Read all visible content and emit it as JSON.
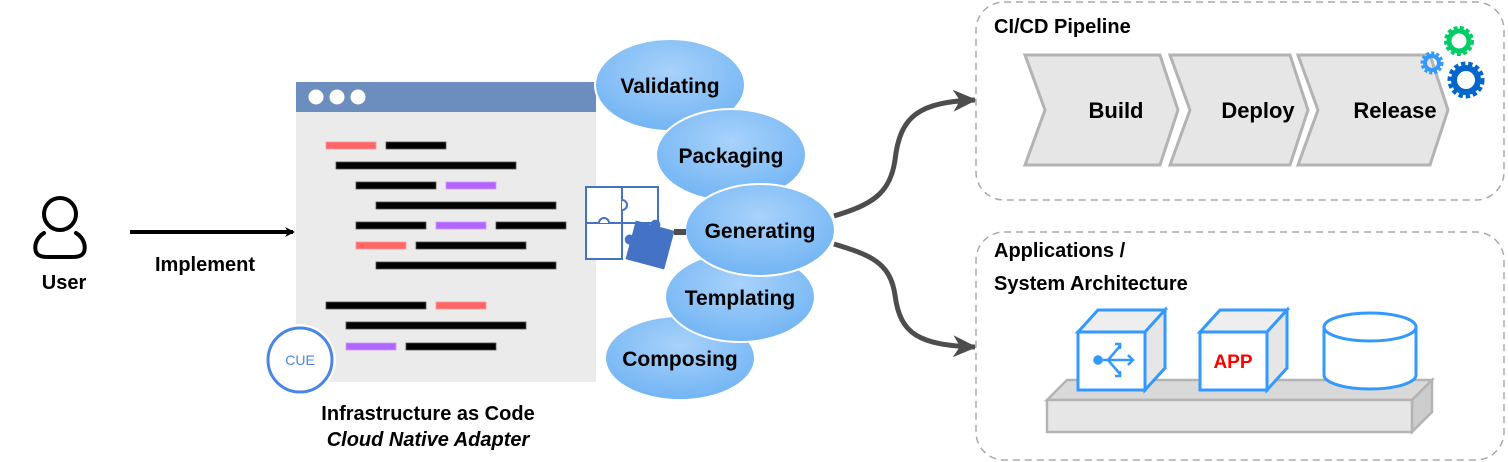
{
  "actor": {
    "label": "User",
    "icon": "user-icon"
  },
  "implement_arrow": {
    "label": "Implement"
  },
  "code_window": {
    "icon": "code-editor-window-icon",
    "badge": "CUE",
    "caption_line1": "Infrastructure as Code",
    "caption_line2": "Cloud Native Adapter"
  },
  "capabilities": [
    {
      "label": "Validating"
    },
    {
      "label": "Packaging"
    },
    {
      "label": "Generating"
    },
    {
      "label": "Templating"
    },
    {
      "label": "Composing"
    }
  ],
  "puzzle": {
    "icon": "puzzle-icon"
  },
  "cicd": {
    "title": "CI/CD Pipeline",
    "stages": [
      {
        "label": "Build"
      },
      {
        "label": "Deploy"
      },
      {
        "label": "Release"
      }
    ],
    "icon": "gears-icon"
  },
  "architecture": {
    "title_line1": "Applications /",
    "title_line2": "System Architecture",
    "components": [
      {
        "type": "load-balancer",
        "icon": "load-balancer-icon"
      },
      {
        "type": "app",
        "label": "APP"
      },
      {
        "type": "database",
        "icon": "database-icon"
      }
    ]
  },
  "colors": {
    "ellipse_fill": "#7ab8f5",
    "window_header": "#6c8ebf",
    "window_body": "#ebebeb",
    "code_red": "#ff6666",
    "code_purple": "#b266ff",
    "cube_stroke": "#3399ff",
    "app_text": "#ff0000",
    "gear_green": "#00cc66",
    "gear_light_blue": "#3399ff",
    "gear_dark_blue": "#0066cc",
    "arrow_dark": "#4d4d4d"
  }
}
